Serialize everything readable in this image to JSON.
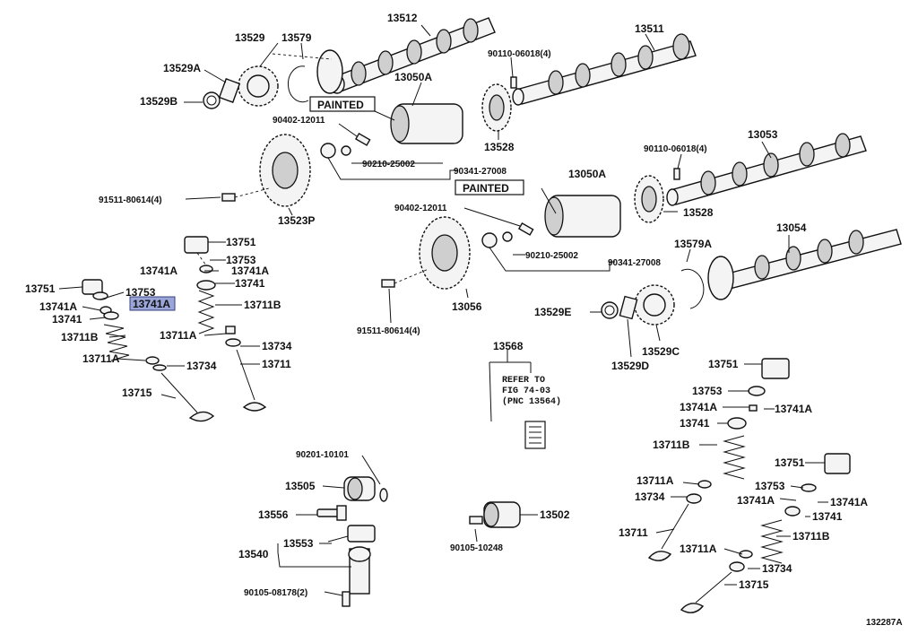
{
  "diagram": {
    "doc_number": "132287A",
    "highlighted_part": "13741A",
    "callouts": {
      "c13512": "13512",
      "c13511": "13511",
      "c13529_top": "13529",
      "c13579_top": "13579",
      "c13529A": "13529A",
      "c13529B": "13529B",
      "c90110_top": "90110-06018(4)",
      "c13050A_top": "13050A",
      "painted_top": "PAINTED",
      "c90402_top": "90402-12011",
      "c90210_top": "90210-25002",
      "c90341_top": "90341-27008",
      "c13528_top": "13528",
      "c90110_mid": "90110-06018(4)",
      "c13053": "13053",
      "c91511_top": "91511-80614(4)",
      "c13523P": "13523P",
      "c13050A_mid": "13050A",
      "painted_mid": "PAINTED",
      "c90402_mid": "90402-12011",
      "c13528_mid": "13528",
      "c13054": "13054",
      "c90210_mid": "90210-25002",
      "c90341_mid": "90341-27008",
      "c13579A": "13579A",
      "c13751_a": "13751",
      "c13753_a": "13753",
      "c13741A_a1": "13741A",
      "c13741A_a2": "13741A",
      "c13741_a": "13741",
      "c13711B_a": "13711B",
      "c13751_b": "13751",
      "c13753_b": "13753",
      "c13741A_b1": "13741A",
      "c13741A_hl": "13741A",
      "c13741_b": "13741",
      "c13711B_b": "13711B",
      "c13711A_a": "13711A",
      "c13734_a": "13734",
      "c13711_a": "13711",
      "c13711A_b": "13711A",
      "c13734_b": "13734",
      "c13715_a": "13715",
      "c13056": "13056",
      "c91511_mid": "91511-80614(4)",
      "c13529E": "13529E",
      "c13529C": "13529C",
      "c13529D": "13529D",
      "c13568": "13568",
      "refer_line1": "REFER TO",
      "refer_line2": "FIG 74-03",
      "refer_line3": "(PNC 13564)",
      "c13751_c": "13751",
      "c13753_c": "13753",
      "c13741A_c1": "13741A",
      "c13741A_c2": "13741A",
      "c13741_c": "13741",
      "c13711B_c": "13711B",
      "c13711A_c": "13711A",
      "c13734_c": "13734",
      "c13711_c": "13711",
      "c13751_d": "13751",
      "c13753_d": "13753",
      "c13741A_d1": "13741A",
      "c13741A_d2": "13741A",
      "c13741_d": "13741",
      "c13711B_d": "13711B",
      "c13711A_d": "13711A",
      "c13734_d": "13734",
      "c13715_d": "13715",
      "c90201": "90201-10101",
      "c13505": "13505",
      "c13556": "13556",
      "c13553": "13553",
      "c13540": "13540",
      "c90105_a": "90105-08178(2)",
      "c13502": "13502",
      "c90105_b": "90105-10248"
    }
  }
}
